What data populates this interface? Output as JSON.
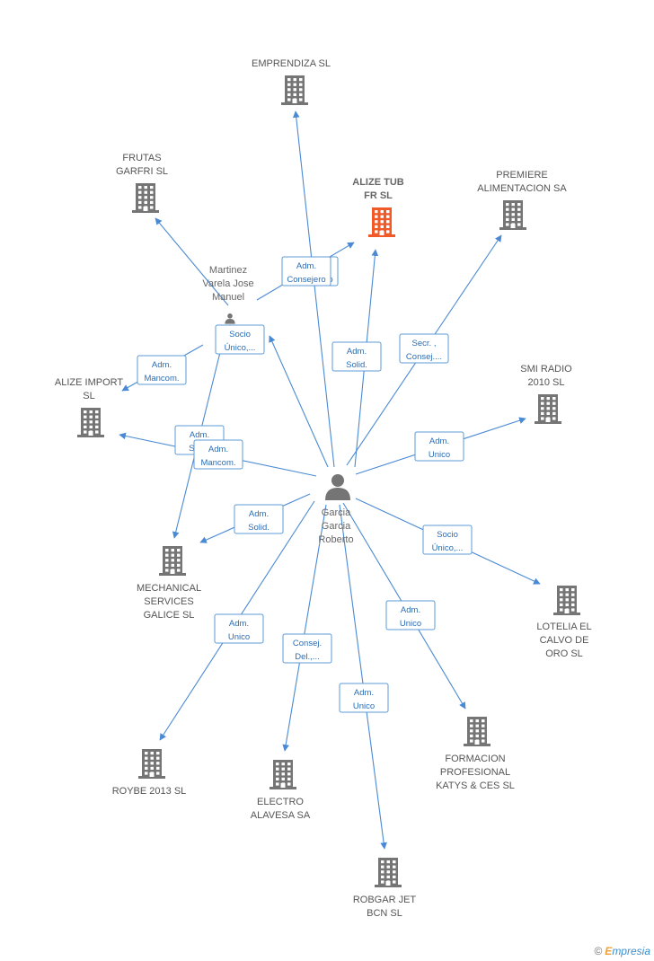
{
  "colors": {
    "edge": "#4a8ad4",
    "building": "#757575",
    "main_building": "#f05a28",
    "person": "#757575"
  },
  "companies": [
    {
      "id": "emprendiza",
      "lines": [
        "EMPRENDIZA  SL"
      ],
      "main": false
    },
    {
      "id": "alize_tub",
      "lines": [
        "ALIZE TUB",
        "FR SL"
      ],
      "main": true
    },
    {
      "id": "frutas",
      "lines": [
        "FRUTAS",
        "GARFRI  SL"
      ],
      "main": false
    },
    {
      "id": "premiere",
      "lines": [
        "PREMIERE",
        "ALIMENTACION SA"
      ],
      "main": false
    },
    {
      "id": "alize_import",
      "lines": [
        "ALIZE IMPORT",
        "SL"
      ],
      "main": false
    },
    {
      "id": "smi_radio",
      "lines": [
        "SMI RADIO",
        "2010 SL"
      ],
      "main": false
    },
    {
      "id": "mechanical",
      "lines": [
        "MECHANICAL",
        "SERVICES",
        "GALICE SL"
      ],
      "main": false
    },
    {
      "id": "lotelia",
      "lines": [
        "LOTELIA EL",
        "CALVO DE",
        "ORO SL"
      ],
      "main": false
    },
    {
      "id": "formacion",
      "lines": [
        "FORMACION",
        "PROFESIONAL",
        "KATYS & CES SL"
      ],
      "main": false
    },
    {
      "id": "roybe",
      "lines": [
        "ROYBE 2013 SL"
      ],
      "main": false
    },
    {
      "id": "electro",
      "lines": [
        "ELECTRO",
        "ALAVESA SA"
      ],
      "main": false
    },
    {
      "id": "robgar",
      "lines": [
        "ROBGAR JET",
        "BCN SL"
      ],
      "main": false
    }
  ],
  "persons": [
    {
      "id": "garcia",
      "lines": [
        "Garcia",
        "Garcia",
        "Roberto"
      ]
    },
    {
      "id": "martinez",
      "lines": [
        "Martinez",
        "Varela Jose",
        "Manuel"
      ]
    }
  ],
  "edges": [
    {
      "from": "garcia",
      "to": "emprendiza",
      "lines": [
        "Adm.",
        "Consejero"
      ]
    },
    {
      "from": "garcia",
      "to": "alize_tub",
      "lines": [
        "Adm.",
        "Solid."
      ]
    },
    {
      "from": "garcia",
      "to": "premiere",
      "lines": [
        "Secr. ,",
        "Consej...."
      ]
    },
    {
      "from": "garcia",
      "to": "smi_radio",
      "lines": [
        "Adm.",
        "Unico"
      ]
    },
    {
      "from": "garcia",
      "to": "lotelia",
      "lines": [
        "Socio",
        "Único,..."
      ]
    },
    {
      "from": "garcia",
      "to": "formacion",
      "lines": [
        "Adm.",
        "Unico"
      ]
    },
    {
      "from": "garcia",
      "to": "robgar",
      "lines": [
        "Adm.",
        "Unico"
      ]
    },
    {
      "from": "garcia",
      "to": "electro",
      "lines": [
        "Consej.",
        "Del.,..."
      ]
    },
    {
      "from": "garcia",
      "to": "roybe",
      "lines": [
        "Adm.",
        "Unico"
      ]
    },
    {
      "from": "garcia",
      "to": "mechanical",
      "lines": [
        "Adm.",
        "Solid."
      ]
    },
    {
      "from": "garcia",
      "to": "alize_import",
      "lines": [
        "Adm.",
        "Solid."
      ]
    },
    {
      "from": "garcia",
      "to": "martinez",
      "lines": [
        "Adm.",
        "Mancom."
      ]
    },
    {
      "from": "martinez",
      "to": "frutas",
      "lines": []
    },
    {
      "from": "martinez",
      "to": "alize_tub",
      "lines": [
        "Adm.",
        "Consejero"
      ]
    },
    {
      "from": "martinez",
      "to": "alize_import",
      "lines": [
        "Adm.",
        "Mancom."
      ]
    },
    {
      "from": "martinez",
      "to": "mechanical",
      "lines": [
        "Socio",
        "Único,..."
      ]
    }
  ],
  "footer": {
    "copyright": "©",
    "brand_initial": "E",
    "brand_rest": "mpresia"
  }
}
